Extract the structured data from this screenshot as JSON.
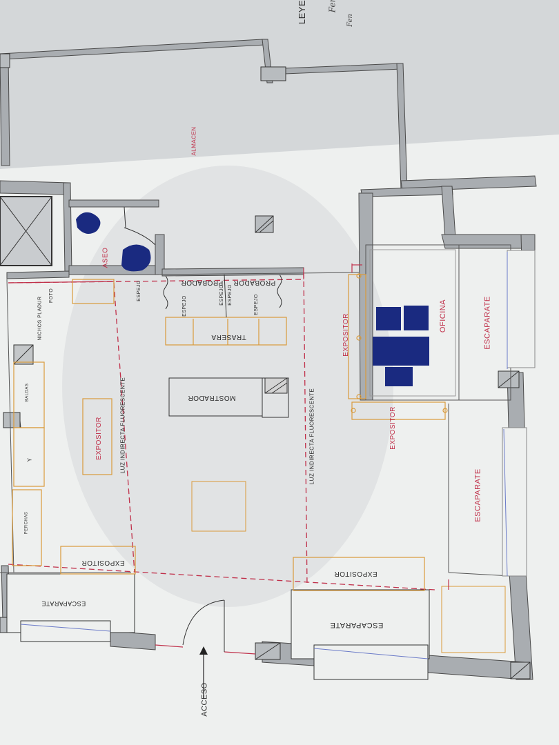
{
  "plan": {
    "legend_partial": "LEYE",
    "handwritten_1": "Fen",
    "handwritten_2": "Fen",
    "rooms": {
      "almacen": "ALMACEN",
      "aseo": "ASEO",
      "oficina": "OFICINA",
      "escaparate_right_top": "ESCAPARATE",
      "escaparate_right_bottom": "ESCAPARATE",
      "escaparate_bottom_left": "ESCAPARATE",
      "escaparate_bottom_center": "ESCAPARATE"
    },
    "fixtures": {
      "probador_1": "PROBADOR",
      "probador_2": "PROBADOR",
      "espejo_1": "ESPEJO",
      "espejo_2": "ESPEJO",
      "espejo_3": "ESPEJO",
      "espejo_4": "ESPEJO",
      "trasera": "TRASERA",
      "mostrador": "MOSTRADOR",
      "expositor_left": "EXPOSITOR",
      "expositor_right_vertical": "EXPOSITOR",
      "expositor_right": "EXPOSITOR",
      "expositor_bottom_left": "EXPOSITOR",
      "expositor_bottom_center": "EXPOSITOR",
      "foto": "FOTO",
      "nichos_pladur": "NICHOS PLADUR",
      "baldas": "BALDAS",
      "y": "Y",
      "perchas": "PERCHAS"
    },
    "annotations": {
      "luz_left": "LUZ INDIRECTA FLUORESCENTE",
      "luz_right": "LUZ INDIRECTA FLUORESCENTE",
      "acceso": "ACCESO"
    },
    "colors": {
      "wall": "#a9adb1",
      "line": "#3a3a3a",
      "red": "#c0304a",
      "orange": "#d99a3a",
      "blue": "#1a237e",
      "paper": "#eef1f2"
    }
  }
}
